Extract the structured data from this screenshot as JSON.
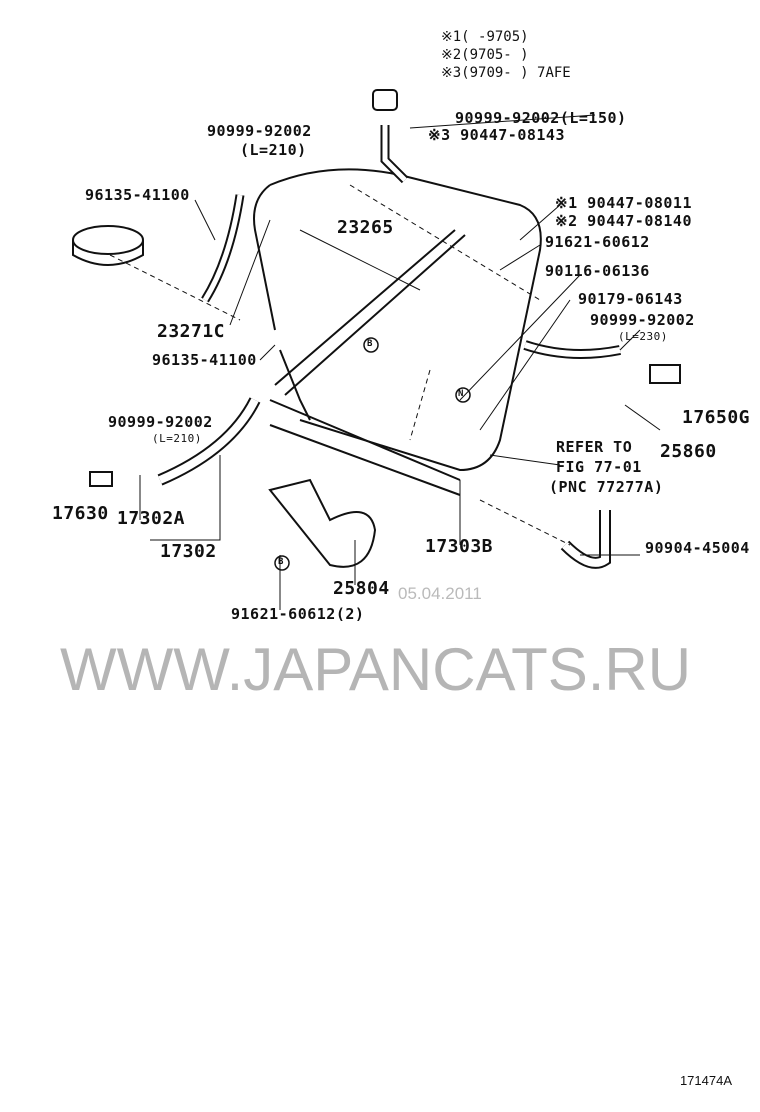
{
  "notes": {
    "n1": "※1(       -9705)",
    "n2": "※2(9705-       )",
    "n3": "※3(9709-       ) 7AFE"
  },
  "labels": {
    "p90999_92002_l150": "90999-92002(L=150)",
    "p90447_08143": "※3 90447-08143",
    "p90999_92002_l210_top": "90999-92002",
    "l210_top": "(L=210)",
    "p96135_41100_top": "96135-41100",
    "p23265": "23265",
    "p90447_08011": "※1 90447-08011",
    "p90447_08140": "※2 90447-08140",
    "p91621_60612": "91621-60612",
    "p90116_06136": "90116-06136",
    "p90179_06143": "90179-06143",
    "p23271c": "23271C",
    "p96135_41100_bot": "96135-41100",
    "p90999_92002_right": "90999-92002",
    "l230": "(L=230)",
    "p17650g": "17650G",
    "p90999_92002_left": "90999-92002",
    "l210_left": "(L=210)",
    "p25860": "25860",
    "refer1": "REFER TO",
    "refer2": "FIG 77-01",
    "refer3": "(PNC 77277A)",
    "p17630": "17630",
    "p17302a": "17302A",
    "p17302": "17302",
    "p17303b": "17303B",
    "p90904_45004": "90904-45004",
    "p25804": "25804",
    "p91621_60612_2": "91621-60612(2)",
    "marker_b": "B",
    "marker_n": "N"
  },
  "watermark": "WWW.JAPANCATS.RU",
  "watermark_date": "05.04.2011",
  "diagram_code": "171474A"
}
